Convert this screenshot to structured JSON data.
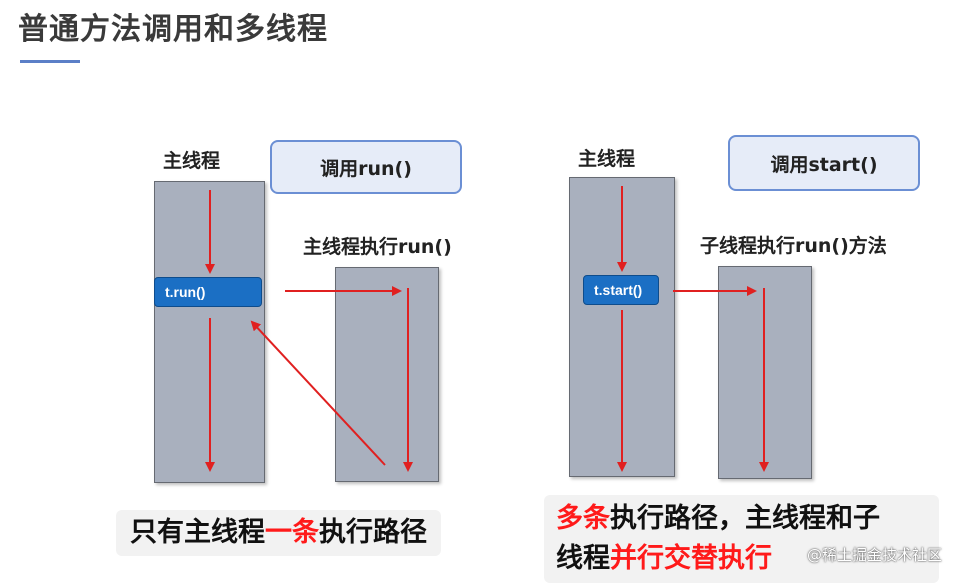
{
  "title": "普通方法调用和多线程",
  "left": {
    "thread_label": "主线程",
    "callout": "调用run()",
    "exec_label": "主线程执行run()",
    "call_box": "t.run()",
    "caption_part1": "只有主线程",
    "caption_highlight": "一条",
    "caption_part2": "执行路径"
  },
  "right": {
    "thread_label": "主线程",
    "callout": "调用start()",
    "exec_label": "子线程执行run()方法",
    "call_box": "t.start()",
    "caption_highlight1": "多条",
    "caption_part1": "执行路径，主线程和子",
    "caption_part2": "线程",
    "caption_highlight2": "并行交替执行"
  },
  "watermark": "@稀土掘金技术社区",
  "colors": {
    "arrow": "#e02020",
    "thread_fill": "#a9b0be",
    "call_box": "#1b6fc4",
    "highlight": "#ff1a1a"
  }
}
